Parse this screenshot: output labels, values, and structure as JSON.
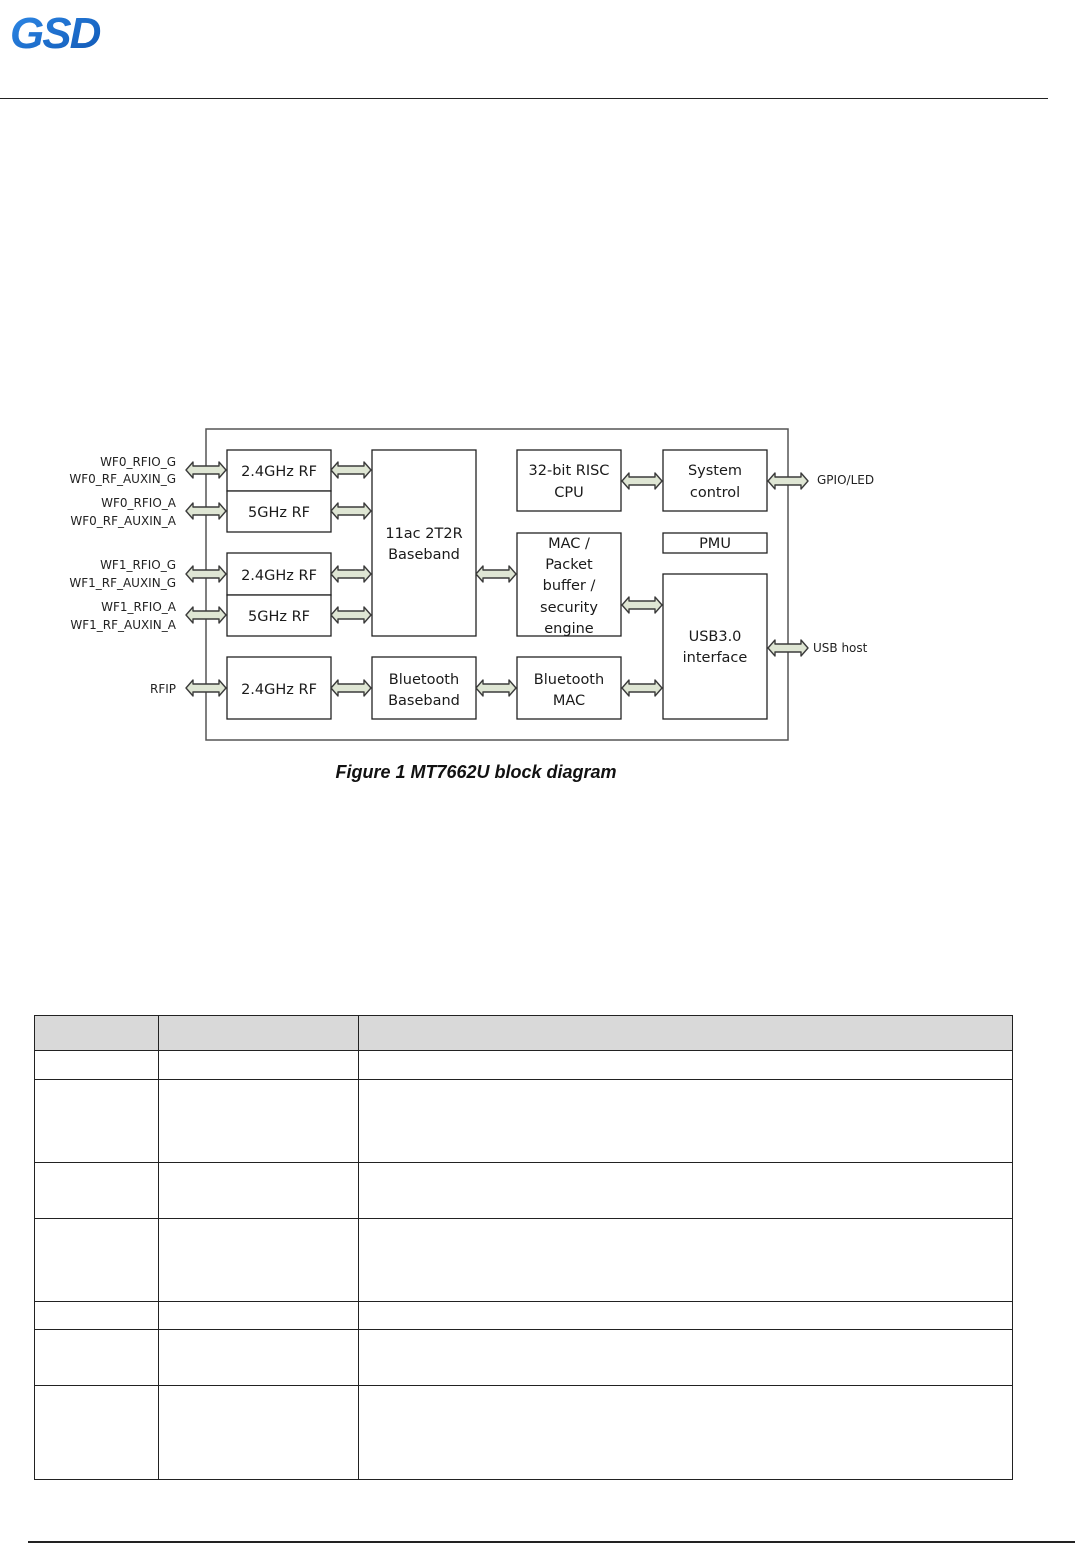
{
  "header": {
    "logo_text": "GSD",
    "brand_color": "#1b6fd1"
  },
  "diagram": {
    "blocks": {
      "rf_24_wf0": "2.4GHz RF",
      "rf_5_wf0": "5GHz RF",
      "rf_24_wf1": "2.4GHz RF",
      "rf_5_wf1": "5GHz RF",
      "rf_24_bt": "2.4GHz RF",
      "baseband_line1": "11ac 2T2R",
      "baseband_line2": "Baseband",
      "cpu_line1": "32-bit RISC",
      "cpu_line2": "CPU",
      "sysctl_line1": "System",
      "sysctl_line2": "control",
      "mac_line1": "MAC /",
      "mac_line2": "Packet",
      "mac_line3": "buffer /",
      "mac_line4": "security",
      "mac_line5": "engine",
      "pmu": "PMU",
      "usb_line1": "USB3.0",
      "usb_line2": "interface",
      "bt_baseband_line1": "Bluetooth",
      "bt_baseband_line2": "Baseband",
      "bt_mac_line1": "Bluetooth",
      "bt_mac_line2": "MAC"
    },
    "signals": {
      "wf0_rfio_g": "WF0_RFIO_G",
      "wf0_rf_auxin_g": "WF0_RF_AUXIN_G",
      "wf0_rfio_a": "WF0_RFIO_A",
      "wf0_rf_auxin_a": "WF0_RF_AUXIN_A",
      "wf1_rfio_g": "WF1_RFIO_G",
      "wf1_rf_auxin_g": "WF1_RF_AUXIN_G",
      "wf1_rfio_a": "WF1_RFIO_A",
      "wf1_rf_auxin_a": "WF1_RF_AUXIN_A",
      "rfip": "RFIP",
      "gpio_led": "GPIO/LED",
      "usb_host": "USB host"
    },
    "caption": "Figure 1 MT7662U block diagram",
    "arrow_fill": "#dfe6d4",
    "arrow_stroke": "#3b3b3b"
  },
  "table": {
    "header_fill": "#d9d9d9"
  }
}
